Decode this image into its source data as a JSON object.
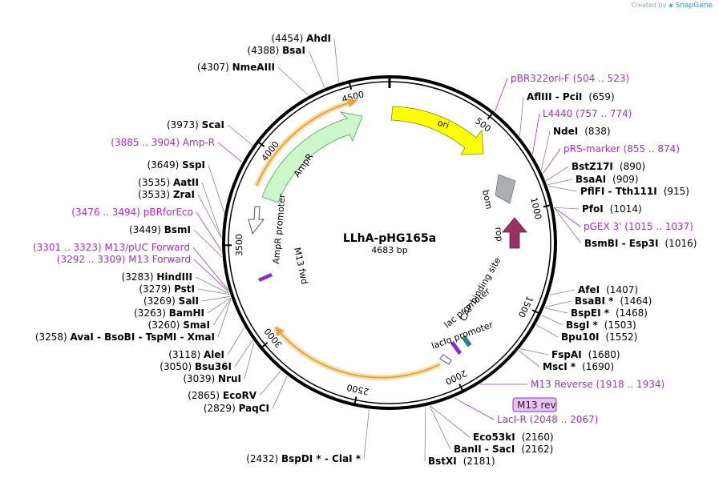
{
  "credit": {
    "prefix": "Created by",
    "brand": "SnapGene"
  },
  "map": {
    "name": "LLhA-pHG165a",
    "size": "4683 bp"
  },
  "ticks": [
    "500",
    "1000",
    "1500",
    "2000",
    "2500",
    "3000",
    "3500",
    "4000",
    "4500"
  ],
  "features": {
    "ori": "ori",
    "bom": "bom",
    "rop": "rop",
    "ampr": "AmpR",
    "ampr_promoter": "AmpR promoter",
    "m13_fwd": "M13 fwd",
    "lac_promoter": "lac promoter",
    "laciq_promoter": "lacIq promoter",
    "cap_site": "CAP binding site",
    "m13_rev_box": "M13 rev"
  },
  "right_labels": [
    {
      "type": "feature",
      "text": "pBR322ori-F   (504 .. 523)"
    },
    {
      "type": "site",
      "name": "AflIII",
      "extra": " - PciI",
      "pos": "(659)"
    },
    {
      "type": "feature",
      "text": "L4440   (757 .. 774)"
    },
    {
      "type": "site",
      "name": "NdeI",
      "extra": "",
      "pos": "(838)"
    },
    {
      "type": "feature",
      "text": "pRS-marker   (855 .. 874)"
    },
    {
      "type": "site",
      "name": "BstZ17I",
      "extra": "",
      "pos": "(890)"
    },
    {
      "type": "site",
      "name": "BsaAI",
      "extra": "",
      "pos": "(909)"
    },
    {
      "type": "site",
      "name": "PflFI",
      "extra": " - Tth111I",
      "pos": "(915)"
    },
    {
      "type": "site",
      "name": "PfoI",
      "extra": "",
      "pos": "(1014)"
    },
    {
      "type": "feature",
      "text": "pGEX 3'   (1015 .. 1037)"
    },
    {
      "type": "site",
      "name": "BsmBI",
      "extra": " - Esp3I",
      "pos": "(1016)"
    },
    {
      "type": "site",
      "name": "AfeI",
      "extra": "",
      "pos": "(1407)"
    },
    {
      "type": "site",
      "name": "BsaBI *",
      "extra": "",
      "pos": "(1464)"
    },
    {
      "type": "site",
      "name": "BspEI *",
      "extra": "",
      "pos": "(1468)"
    },
    {
      "type": "site",
      "name": "BsgI *",
      "extra": "",
      "pos": "(1503)"
    },
    {
      "type": "site",
      "name": "Bpu10I",
      "extra": "",
      "pos": "(1552)"
    },
    {
      "type": "site",
      "name": "FspAI",
      "extra": "",
      "pos": "(1680)"
    },
    {
      "type": "site",
      "name": "MscI *",
      "extra": "",
      "pos": "(1690)"
    },
    {
      "type": "feature",
      "text": "M13 Reverse   (1918 .. 1934)"
    },
    {
      "type": "feature",
      "text": "LacI-R   (2048 .. 2067)"
    },
    {
      "type": "site",
      "name": "Eco53kI",
      "extra": "",
      "pos": "(2160)"
    },
    {
      "type": "site",
      "name": "BanII",
      "extra": " - SacI",
      "pos": "(2162)"
    },
    {
      "type": "site",
      "name": "BstXI",
      "extra": "",
      "pos": "(2181)"
    }
  ],
  "left_labels": [
    {
      "type": "site",
      "name": "AhdI",
      "extra": "",
      "pos": "(4454)"
    },
    {
      "type": "site",
      "name": "BsaI",
      "extra": "",
      "pos": "(4388)"
    },
    {
      "type": "site",
      "name": "NmeAIII",
      "extra": "",
      "pos": "(4307)"
    },
    {
      "type": "site",
      "name": "ScaI",
      "extra": "",
      "pos": "(3973)"
    },
    {
      "type": "feature",
      "text": "(3885 .. 3904)   Amp-R"
    },
    {
      "type": "site",
      "name": "SspI",
      "extra": "",
      "pos": "(3649)"
    },
    {
      "type": "site",
      "name": "AatII",
      "extra": "",
      "pos": "(3535)"
    },
    {
      "type": "site",
      "name": "ZraI",
      "extra": "",
      "pos": "(3533)"
    },
    {
      "type": "feature",
      "text": "(3476 .. 3494)   pBRforEco"
    },
    {
      "type": "site",
      "name": "BsmI",
      "extra": "",
      "pos": "(3449)"
    },
    {
      "type": "feature",
      "text": "(3301 .. 3323)   M13/pUC Forward"
    },
    {
      "type": "feature",
      "text": "(3292 .. 3309)   M13 Forward"
    },
    {
      "type": "site",
      "name": "HindIII",
      "extra": "",
      "pos": "(3283)"
    },
    {
      "type": "site",
      "name": "PstI",
      "extra": "",
      "pos": "(3279)"
    },
    {
      "type": "site",
      "name": "SalI",
      "extra": "",
      "pos": "(3269)"
    },
    {
      "type": "site",
      "name": "BamHI",
      "extra": "",
      "pos": "(3263)"
    },
    {
      "type": "site",
      "name": "SmaI",
      "extra": "",
      "pos": "(3260)"
    },
    {
      "type": "site",
      "name": "AvaI",
      "extra": " - BsoBI - TspMI - XmaI",
      "pos": "(3258)"
    },
    {
      "type": "site",
      "name": "AleI",
      "extra": "",
      "pos": "(3118)"
    },
    {
      "type": "site",
      "name": "Bsu36I",
      "extra": "",
      "pos": "(3050)"
    },
    {
      "type": "site",
      "name": "NruI",
      "extra": "",
      "pos": "(3039)"
    },
    {
      "type": "site",
      "name": "EcoRV",
      "extra": "",
      "pos": "(2865)"
    },
    {
      "type": "site",
      "name": "PaqCI",
      "extra": "",
      "pos": "(2829)"
    },
    {
      "type": "site",
      "name": "BspDI *",
      "extra": " - ClaI *",
      "pos": "(2432)"
    }
  ],
  "colors": {
    "backbone": "#000000",
    "ori": "#ffff00",
    "ampr": "#ccf7cc",
    "ampr_stroke": "#66b866",
    "bom": "#a8aeb2",
    "rop": "#993366",
    "feature_text": "#a630d0",
    "orange_arc": "#e8a33a",
    "orange_glow": "#f8dfb0",
    "m13_box": "#e9c3f4",
    "cap": "#2e7f8c"
  }
}
